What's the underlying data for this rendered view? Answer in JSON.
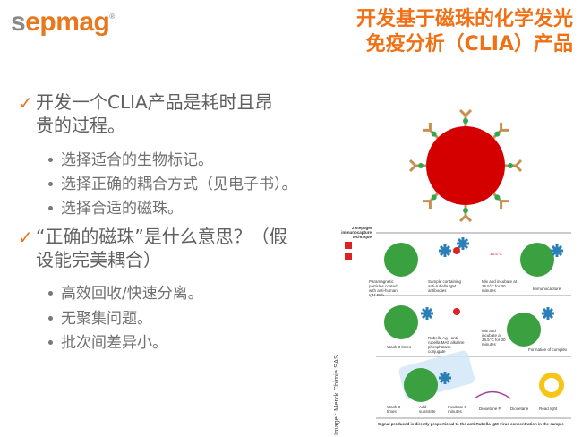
{
  "logo": {
    "first": "s",
    "rest": "epmag",
    "mark": "®"
  },
  "title": {
    "line1": "开发基于磁珠的化学发光",
    "line2": "免疫分析（CLIA）产品"
  },
  "bullets": [
    {
      "line1": "开发一个CLIA产品是耗时且昂",
      "line2": "贵的过程。",
      "subs": [
        "选择适合的生物标记。",
        "选择正确的耦合方式（见电子书）。",
        "选择合适的磁珠。"
      ]
    },
    {
      "line1": "“正确的磁珠”是什么意思？（假",
      "line2": "设能完美耦合）",
      "subs": [
        "高效回收/快速分离。",
        "无聚集问题。",
        "批次间差异小。"
      ]
    }
  ],
  "check_glyph": "✓",
  "diagram": {
    "heading": "2 step IgM immunocapture technique",
    "credit": "Image : Merck Chimie SAS",
    "row1": [
      "Paramagnetic particles coated with anti-human IgM PAb",
      "Sample containing anti-rubella IgM antibodies",
      "Mix and incubate at 36.5°C for 30 minutes",
      "Immunocapture"
    ],
    "row2": [
      "Wash 3 times",
      "Rubella Ag - anti-rubella MAb alkaline phosphatase conjugate",
      "Mix and incubate at 36.5°C for 30 minutes",
      "Formation of complex"
    ],
    "row3": [
      "Wash 3 times",
      "Add substrate",
      "Incubate 5 minutes",
      "Dioxetane P",
      "Dioxetane",
      "Read light"
    ],
    "temp": "36.5°C",
    "footer": "Signal produced is directly proportional to the anti-Rubella IgM virus concentration in the sample"
  },
  "colors": {
    "accent": "#f07015",
    "bead_red": "#d40000",
    "bead_green": "#3aa040",
    "antibody_blue": "#2a7fb8"
  }
}
